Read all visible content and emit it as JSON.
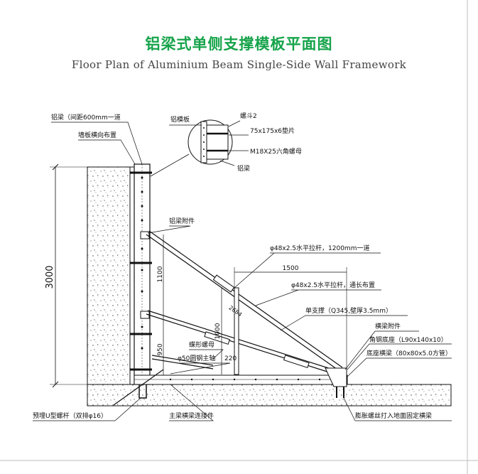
{
  "title_cn": "铝梁式单侧支撑模板平面图",
  "title_en": "Floor Plan of Aluminium Beam Single-Side Wall Framework",
  "colors": {
    "title_green": "#16a34a",
    "line": "#111111",
    "frame": "#bdbdbd"
  },
  "labels": {
    "beam_spacing": "铝梁（间距600mm一道",
    "wall_board_dir": "墙板横向布置",
    "al_formwork": "铝模板",
    "bolt2": "螺斗2",
    "washer": "75x175x6垫片",
    "hex_nut": "M18X25六角螺母",
    "al_beam": "铝梁",
    "beam_attachment": "铝梁附件",
    "rod_1200": "φ48x2.5水平拉杆，1200mm一道",
    "rod_full": "φ48x2.5水平拉杆，通长布置",
    "single_brace": "单支撑（Q345,壁厚3.5mm）",
    "purlin_attachment": "横梁附件",
    "angle_base": "角钢底座（L90x140x10）",
    "base_purlin": "底座横梁（80x80x5.0方管）",
    "butterfly_nut": "蝶形螺母",
    "main_shaft": "φ50圆钢主轴",
    "embedded_bolt": "预埋U型螺杆（双排φ16）",
    "beam_connector": "主梁横梁连接件",
    "expansion_bolt": "膨胀螺丝打入地面固定横梁"
  },
  "dimensions": {
    "height": "3000",
    "span": "1500",
    "d1100": "1100",
    "d1000": "1000",
    "d950": "950",
    "d220": "220",
    "d2684": "2684"
  }
}
